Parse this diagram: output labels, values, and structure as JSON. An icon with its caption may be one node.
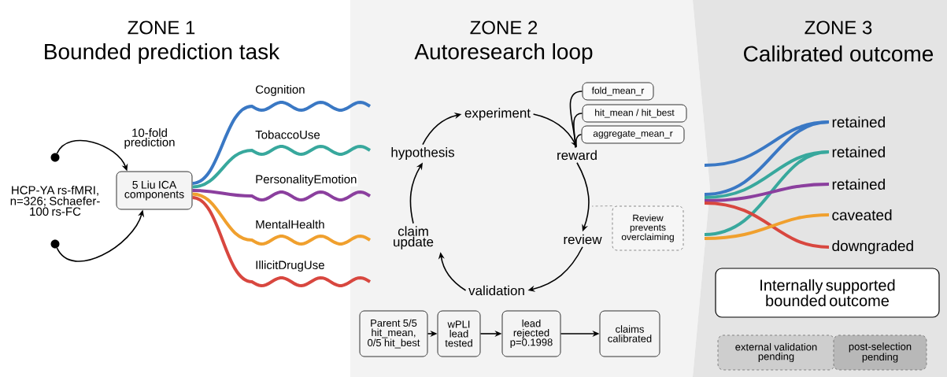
{
  "diagram": {
    "nodes": [
      {
        "text": [],
        "shape": "circle"
      },
      {
        "text": [],
        "shape": "circle"
      },
      {
        "text": [
          "5 Liu ICA components"
        ]
      },
      {
        "text": [
          "hypothesis"
        ]
      },
      {
        "text": [
          "experiment"
        ]
      },
      {
        "text": [
          "reward"
        ]
      },
      {
        "text": [
          "review"
        ]
      },
      {
        "text": [
          "validation"
        ]
      },
      {
        "text": [
          "claim update"
        ]
      },
      {
        "text": [
          "fold_mean_r"
        ]
      },
      {
        "text": [
          "hit_mean / hit_best"
        ]
      },
      {
        "text": [
          "aggregate_mean_r"
        ]
      },
      {
        "text": [
          "Review prevents overclaiming"
        ]
      },
      {
        "text": [
          "Parent 5/5 hit_mean, 0/5 hit_best"
        ]
      },
      {
        "text": [
          "wPLI lead tested"
        ]
      },
      {
        "text": [
          "lead rejected p=0.1998"
        ]
      },
      {
        "text": [
          "claims calibrated"
        ]
      },
      {
        "text": [
          "retained"
        ]
      },
      {
        "text": [
          "retained"
        ]
      },
      {
        "text": [
          "retained"
        ]
      },
      {
        "text": [
          "caveated"
        ]
      },
      {
        "text": [
          "downgraded"
        ]
      },
      {
        "text": [
          "Internally supported bounded outcome"
        ]
      },
      {
        "text": [
          "external validation pending"
        ]
      },
      {
        "text": [
          "post-selection pending"
        ]
      }
    ],
    "edges": [
      {
        "from": 0,
        "to": 2,
        "arrow": "to",
        "label": "10-fold prediction"
      },
      {
        "from": 1,
        "to": 2,
        "arrow": "to"
      },
      {
        "from": 2,
        "to": null,
        "arrow": "none",
        "label": "Cognition",
        "style": "thick",
        "color": "#3a78c4"
      },
      {
        "from": 2,
        "to": null,
        "arrow": "none",
        "label": "TobaccoUse",
        "style": "thick",
        "color": "#38a89d"
      },
      {
        "from": 2,
        "to": null,
        "arrow": "none",
        "label": "PersonalityEmotion",
        "style": "thick",
        "color": "#8b3f9e"
      },
      {
        "from": 2,
        "to": null,
        "arrow": "none",
        "label": "MentalHealth",
        "style": "thick",
        "color": "#f0a02e"
      },
      {
        "from": 2,
        "to": null,
        "arrow": "none",
        "label": "IllicitDrugUse",
        "style": "thick",
        "color": "#d8473f"
      },
      {
        "from": null,
        "to": 17,
        "arrow": "none",
        "style": "thick",
        "color": "#3a78c4"
      },
      {
        "from": null,
        "to": 17,
        "arrow": "none",
        "style": "thick",
        "color": "#3a78c4"
      },
      {
        "from": null,
        "to": 18,
        "arrow": "none",
        "style": "thick",
        "color": "#38a89d"
      },
      {
        "from": null,
        "to": 18,
        "arrow": "none",
        "style": "thick",
        "color": "#38a89d"
      },
      {
        "from": null,
        "to": 19,
        "arrow": "none",
        "style": "thick",
        "color": "#8b3f9e"
      },
      {
        "from": null,
        "to": 21,
        "arrow": "none",
        "style": "thick",
        "color": "#d8473f"
      },
      {
        "from": null,
        "to": 20,
        "arrow": "none",
        "style": "thick",
        "color": "#f0a02e"
      },
      {
        "from": 3,
        "to": 4,
        "arrow": "to"
      },
      {
        "from": 4,
        "to": 5,
        "arrow": "to"
      },
      {
        "from": 5,
        "to": 6,
        "arrow": "to"
      },
      {
        "from": 6,
        "to": 7,
        "arrow": "to"
      },
      {
        "from": 7,
        "to": 8,
        "arrow": "to"
      },
      {
        "from": 8,
        "to": 3,
        "arrow": "to"
      },
      {
        "from": 5,
        "to": 9,
        "arrow": "none"
      },
      {
        "from": 5,
        "to": 10,
        "arrow": "none"
      },
      {
        "from": 5,
        "to": 11,
        "arrow": "none"
      },
      {
        "from": 12,
        "to": null,
        "arrow": "none",
        "style": "dashed",
        "color": "#888888"
      },
      {
        "from": 13,
        "to": 14,
        "arrow": "to"
      },
      {
        "from": 14,
        "to": 15,
        "arrow": "to"
      },
      {
        "from": 15,
        "to": 16,
        "arrow": "to"
      }
    ],
    "labels": [
      "ZONE 1",
      "Bounded prediction task",
      "ZONE 2",
      "Autoresearch loop",
      "ZONE 3",
      "Calibrated outcome",
      "HCP-YA rs-fMRI, n=326; Schaefer-100 rs-FC"
    ]
  }
}
